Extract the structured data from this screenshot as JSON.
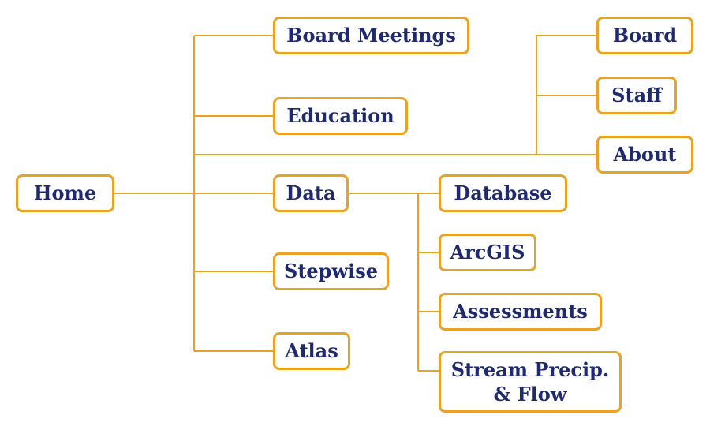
{
  "colors": {
    "border": "#e8a224",
    "text": "#1f2a6e",
    "connector": "#e8a224",
    "background": "#ffffff"
  },
  "nodes": {
    "home": "Home",
    "board_meetings": "Board Meetings",
    "education": "Education",
    "data": "Data",
    "stepwise": "Stepwise",
    "atlas": "Atlas",
    "board": "Board",
    "staff": "Staff",
    "about": "About",
    "database": "Database",
    "arcgis": "ArcGIS",
    "assessments": "Assessments",
    "stream_line1": "Stream Precip.",
    "stream_line2": "& Flow"
  }
}
